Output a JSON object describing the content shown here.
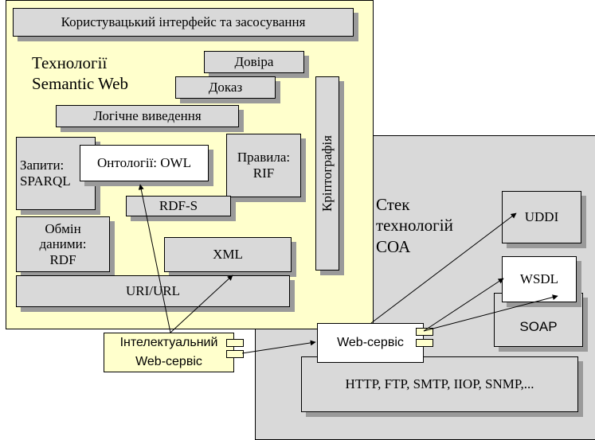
{
  "semantic_web": {
    "ui_layer": "Користувацький інтерфейс та засосування",
    "title_line1": "Технології",
    "title_line2": "Semantic Web",
    "trust": "Довіра",
    "proof": "Доказ",
    "logic": "Логічне виведення",
    "query_line1": "Запити:",
    "query_line2": "SPARQL",
    "ontology": "Онтології: OWL",
    "rules_line1": "Правила:",
    "rules_line2": "RIF",
    "rdfs": "RDF-S",
    "exchange_line1": "Обмін",
    "exchange_line2": "даними:",
    "exchange_line3": "RDF",
    "xml": "XML",
    "uri": "URI/URL",
    "crypto": "Кріптографія"
  },
  "soa": {
    "title_line1": "Стек",
    "title_line2": "технологій",
    "title_line3": "СОА",
    "uddi": "UDDI",
    "wsdl": "WSDL",
    "soap": "SOAP",
    "web_service": "Web-сервіс",
    "protocols": "HTTP, FTP, SMTP, ІІОР, SNMP,..."
  },
  "intelligent_service": {
    "line1": "Інтелектуальний",
    "line2": "Web-сервіс"
  },
  "colors": {
    "semantic_panel": "#ffffcc",
    "soa_panel": "#d9d9d9",
    "box_fill": "#d9d9d9",
    "shadow": "#9a9a9a"
  }
}
